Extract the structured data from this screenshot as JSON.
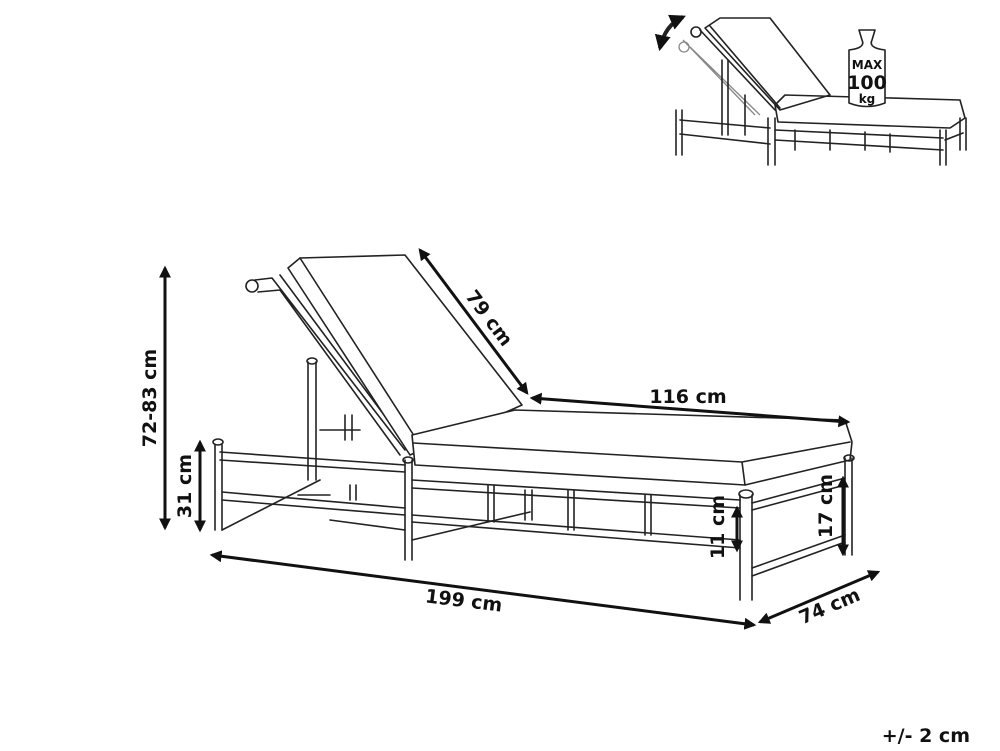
{
  "dimensions": {
    "backrest_height": "72-83 cm",
    "seat_height": "31 cm",
    "backrest_length": "79 cm",
    "seat_length": "116 cm",
    "total_length": "199 cm",
    "width": "74 cm",
    "ground_clearance": "11 cm",
    "frame_height": "17 cm"
  },
  "load_badge": {
    "line1": "MAX",
    "line2": "100",
    "line3": "kg"
  },
  "tolerance": "+/- 2 cm"
}
